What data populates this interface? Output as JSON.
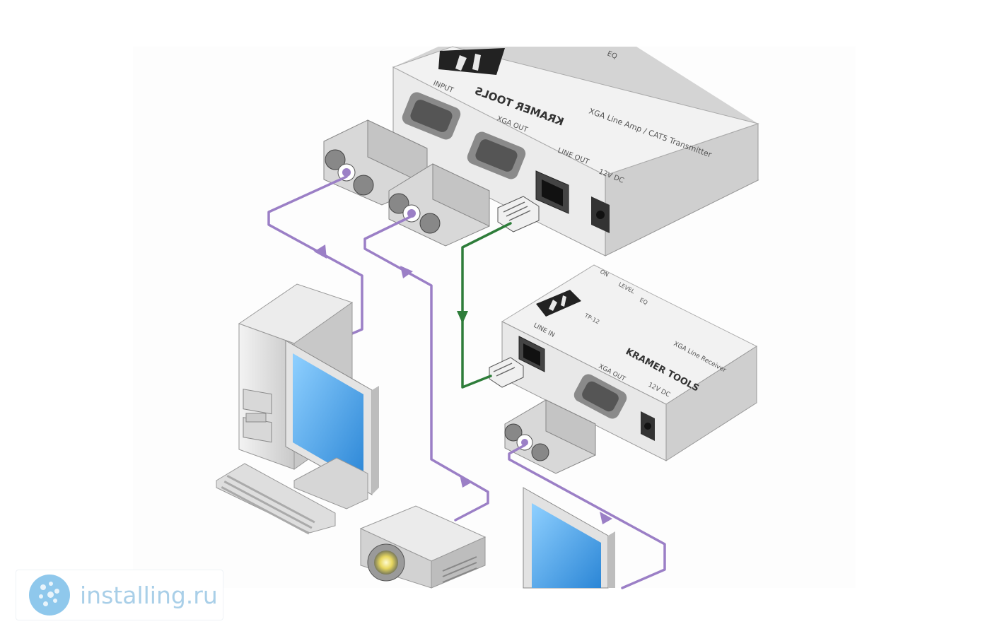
{
  "transmitter": {
    "brand": "KRAMER TOOLS",
    "model": "XGA Line Amp / CAT5 Transmitter",
    "ports": {
      "input": "INPUT",
      "xga_out": "XGA OUT",
      "line_out": "LINE OUT",
      "power": "12V DC",
      "eq": "EQ"
    }
  },
  "receiver": {
    "brand": "KRAMER TOOLS",
    "model": "XGA Line Receiver",
    "ports": {
      "line_in": "LINE IN",
      "xga_out": "XGA OUT",
      "power": "12V DC",
      "on": "ON",
      "level": "LEVEL",
      "eq": "EQ",
      "model_code": "TP-12"
    }
  },
  "colors": {
    "vga_cable": "#9b7fc6",
    "cat5_cable": "#2e7d3a",
    "device_body": "#e6e6e6",
    "screen": "#4aa6e8"
  },
  "icons": {
    "transmitter_logo": "kramer-logo-icon",
    "receiver_logo": "kramer-logo-icon",
    "computer": "desktop-computer-icon",
    "projector": "projector-icon",
    "display": "monitor-icon"
  },
  "watermark": {
    "text": "installing.ru"
  }
}
